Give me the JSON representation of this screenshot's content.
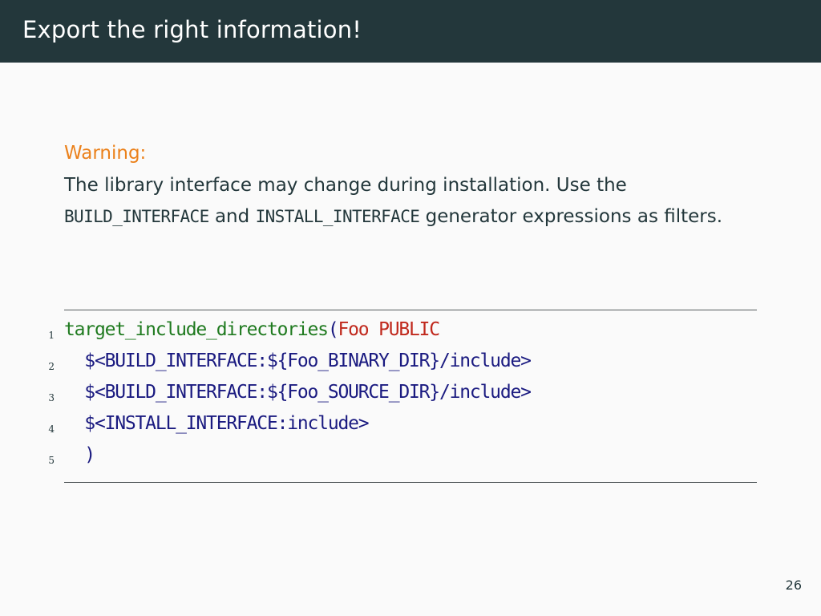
{
  "slide": {
    "title": "Export the right information!",
    "page_number": "26"
  },
  "warning": {
    "heading": "Warning:",
    "body_part1": "The library interface may change during installation. Use the ",
    "code1": "BUILD_INTERFACE",
    "body_part2": " and ",
    "code2": "INSTALL_INTERFACE",
    "body_part3": " generator expressions as filters."
  },
  "code": {
    "lines": [
      {
        "number": "1",
        "fn": "target_include_directories",
        "paren": "(",
        "args": "Foo PUBLIC"
      },
      {
        "number": "2",
        "text": "  $<BUILD_INTERFACE:${Foo_BINARY_DIR}/include>"
      },
      {
        "number": "3",
        "text": "  $<BUILD_INTERFACE:${Foo_SOURCE_DIR}/include>"
      },
      {
        "number": "4",
        "text": "  $<INSTALL_INTERFACE:include>"
      },
      {
        "number": "5",
        "text": "  )"
      }
    ]
  },
  "colors": {
    "title_bar": "#23373b",
    "warning_heading": "#eb811b",
    "code_function": "#1f7a1f",
    "code_argument": "#c0281c",
    "code_text": "#1a1a80"
  }
}
